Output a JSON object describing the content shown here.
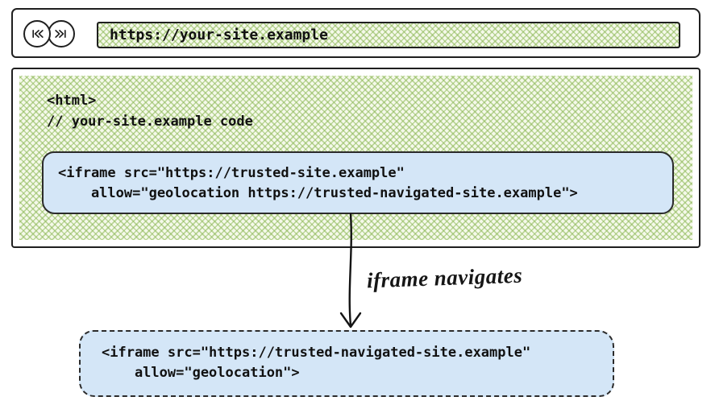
{
  "browser": {
    "url": "https://your-site.example",
    "back_icon": "skip-back",
    "forward_icon": "skip-forward"
  },
  "page": {
    "code_lines": [
      "<html>",
      "// your-site.example code"
    ],
    "iframe_box": {
      "lines": [
        "<iframe src=\"https://trusted-site.example\"",
        "    allow=\"geolocation https://trusted-navigated-site.example\">"
      ]
    }
  },
  "annotation": {
    "arrow_label": "iframe navigates"
  },
  "navigated_iframe_box": {
    "lines": [
      "<iframe src=\"https://trusted-navigated-site.example\"",
      "    allow=\"geolocation\">"
    ]
  },
  "colors": {
    "ink": "#1f1f1f",
    "hatch_green": "#8bb755",
    "box_blue": "#d4e6f7"
  }
}
